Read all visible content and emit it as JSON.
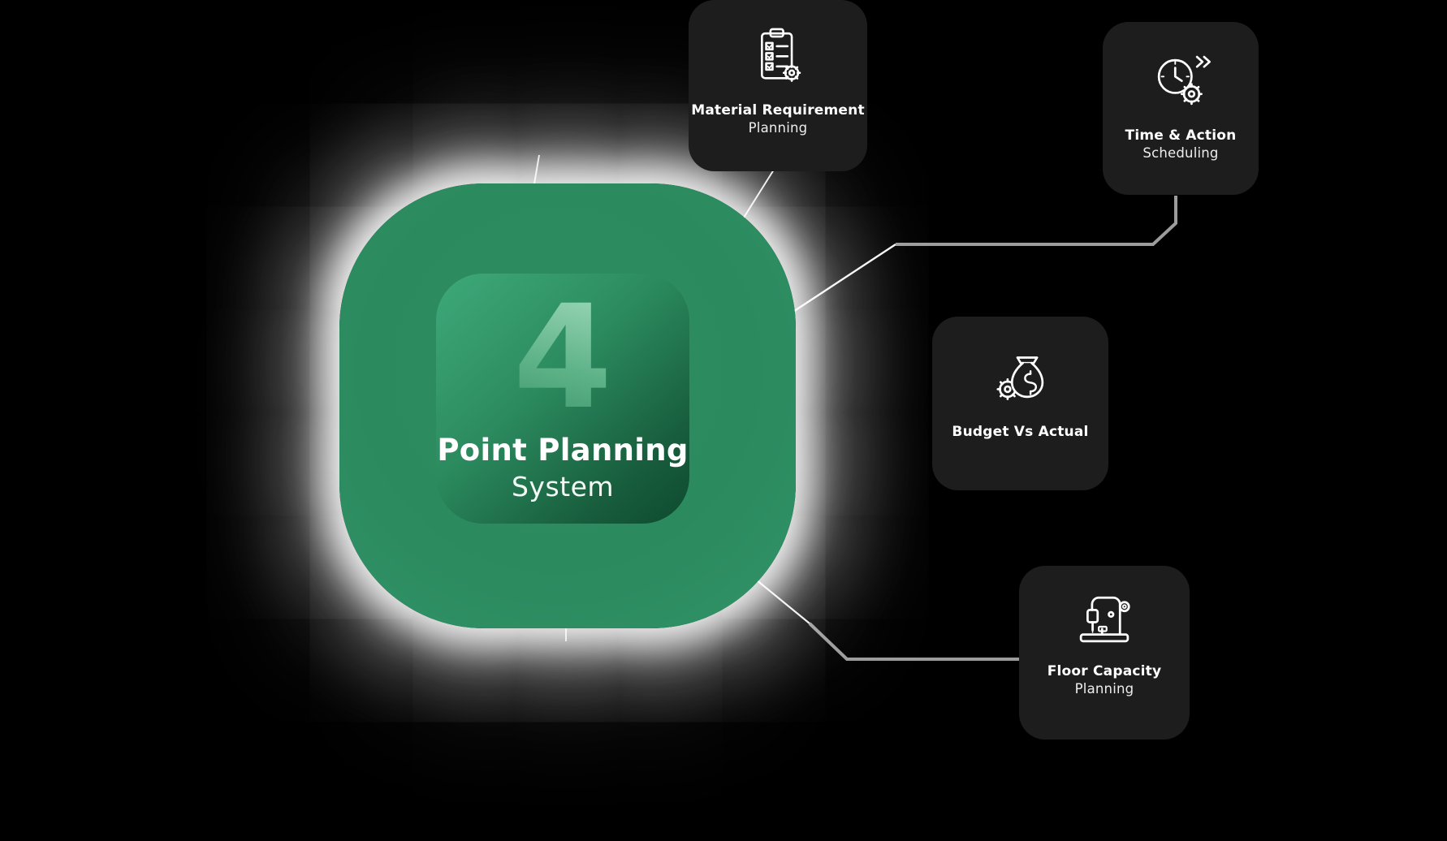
{
  "center": {
    "number": "4",
    "title": "Point Planning",
    "subtitle": "System"
  },
  "cards": [
    {
      "id": "material-requirement-planning",
      "line1": "Material Requirement",
      "line2": "Planning",
      "icon": "clipboard-checklist-gear-icon"
    },
    {
      "id": "time-action-scheduling",
      "line1": "Time & Action",
      "line2": "Scheduling",
      "icon": "clock-gear-fastforward-icon"
    },
    {
      "id": "budget-vs-actual",
      "line1": "Budget Vs Actual",
      "line2": "",
      "icon": "money-bag-gear-icon"
    },
    {
      "id": "floor-capacity-planning",
      "line1": "Floor Capacity",
      "line2": "Planning",
      "icon": "sewing-machine-icon"
    }
  ],
  "colors": {
    "background": "#000000",
    "center_green": "#2e9065",
    "center_inner_top": "#3ea97a",
    "center_inner_bottom": "#0e4a2f",
    "number_green": "#6fbf97",
    "card_background": "#1d1d1d",
    "glow": "#ffffff",
    "text": "#ffffff",
    "line_light": "#e0e0e0",
    "line_gray": "#8f8f8f"
  }
}
